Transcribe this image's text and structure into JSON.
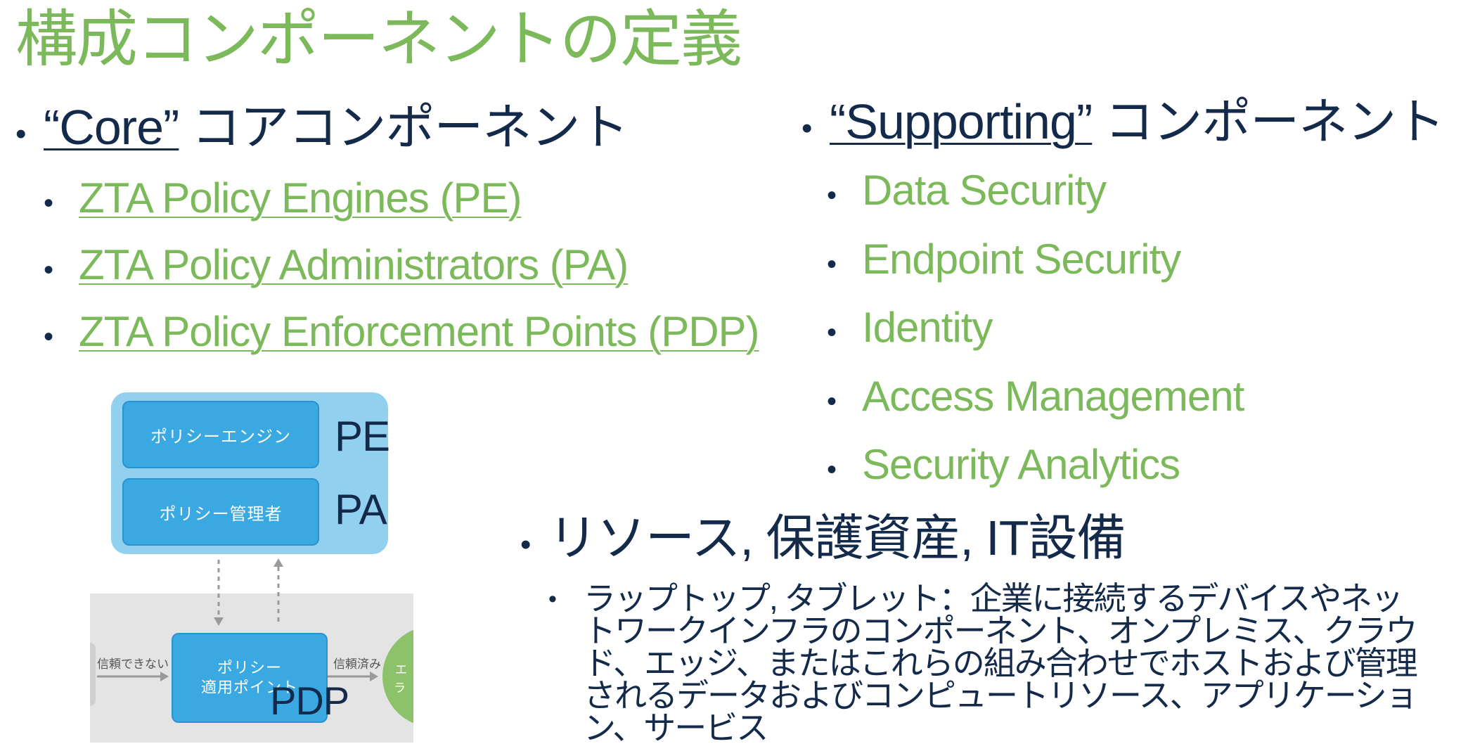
{
  "title": "構成コンポーネントの定義",
  "core": {
    "bullet": "•",
    "term": "“Core”",
    "label": "コアコンポーネント",
    "items": [
      "ZTA Policy Engines (PE)",
      "ZTA Policy Administrators (PA)",
      "ZTA Policy Enforcement Points (PDP)"
    ]
  },
  "supporting": {
    "bullet": "•",
    "term": "“Supporting”",
    "label": "コンポーネント",
    "items": [
      "Data Security",
      "Endpoint Security",
      "Identity",
      "Access Management",
      "Security Analytics"
    ]
  },
  "resources": {
    "bullet": "•",
    "heading": "リソース, 保護資産, IT設備",
    "description": "ラップトップ, タブレット：企業に接続するデバイスやネットワークインフラのコンポーネント、オンプレミス、クラウド、エッジ、またはこれらの組み合わせでホストおよび管理されるデータおよびコンピュートリソース、アプリケーション、サービス"
  },
  "diagram": {
    "policy_engine": "ポリシーエンジン",
    "pe_label": "PE",
    "policy_admin": "ポリシー管理者",
    "pa_label": "PA",
    "pep_line1": "ポリシー",
    "pep_line2": "適用ポイント",
    "pdp_label": "PDP",
    "untrusted": "信頼できない",
    "trusted": "信頼済み",
    "right_partial_1": "エ",
    "right_partial_2": "ラ"
  },
  "colors": {
    "accent_green": "#7cb95a",
    "dark_navy": "#142a4a",
    "box_blue": "#3aa9e2",
    "panel_light_blue": "#91d0ee"
  }
}
